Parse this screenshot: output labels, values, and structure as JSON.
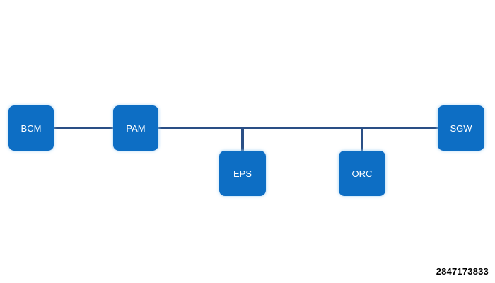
{
  "colors": {
    "node_fill": "#0f6ec4",
    "node_glow": "#9fd0f2",
    "bus_line": "#2a4f86",
    "label": "#ffffff"
  },
  "diagram": {
    "nodes": [
      {
        "id": "bcm",
        "label": "BCM"
      },
      {
        "id": "pam",
        "label": "PAM"
      },
      {
        "id": "eps",
        "label": "EPS"
      },
      {
        "id": "orc",
        "label": "ORC"
      },
      {
        "id": "sgw",
        "label": "SGW"
      }
    ]
  },
  "figure_id": "2847173833"
}
